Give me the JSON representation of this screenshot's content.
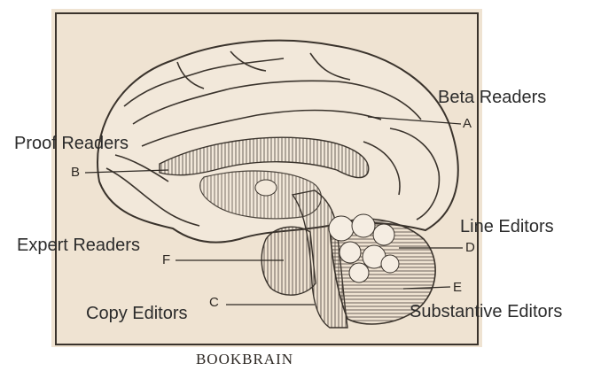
{
  "diagram": {
    "letters": {
      "a": "A",
      "b": "B",
      "c": "C",
      "d": "D",
      "e": "E",
      "f": "F"
    },
    "callouts": {
      "beta": "Beta Readers",
      "proof": "Proof Readers",
      "line": "Line Editors",
      "expert": "Expert Readers",
      "copy": "Copy Editors",
      "substantive": "Substantive Editors"
    },
    "caption": {
      "part1": "BOOK",
      "part2": "BRAIN"
    }
  },
  "colors": {
    "paper": "#efe3d2",
    "ink": "#3a332c"
  }
}
